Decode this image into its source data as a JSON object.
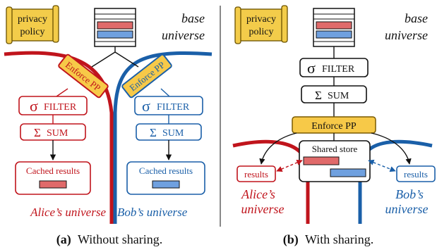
{
  "colors": {
    "red": "#c0141c",
    "blue": "#1a5fa8",
    "scroll_fill": "#f3cc4a",
    "scroll_stroke": "#6b5200",
    "enforce_fill": "#f7c948",
    "enforce_stroke": "#7a5a00",
    "red_bar": "#e06a6a",
    "blue_bar": "#6fa0df",
    "black": "#111111"
  },
  "left_panel": {
    "privacy_policy": [
      "privacy",
      "policy"
    ],
    "base_universe": [
      "base",
      "universe"
    ],
    "enforce_left": "Enforce PP",
    "enforce_right": "Enforce PP",
    "alice_filter_symbol": "σ",
    "alice_filter_label": "FILTER",
    "alice_sum_symbol": "Σ",
    "alice_sum_label": "SUM",
    "alice_cached": "Cached results",
    "bob_filter_symbol": "σ",
    "bob_filter_label": "FILTER",
    "bob_sum_symbol": "Σ",
    "bob_sum_label": "SUM",
    "bob_cached": "Cached results",
    "alice_universe": "Alice’s universe",
    "bob_universe": "Bob’s universe"
  },
  "right_panel": {
    "privacy_policy": [
      "privacy",
      "policy"
    ],
    "base_universe": [
      "base",
      "universe"
    ],
    "filter_symbol": "σ",
    "filter_label": "FILTER",
    "sum_symbol": "Σ",
    "sum_label": "SUM",
    "enforce": "Enforce PP",
    "shared_store": "Shared store",
    "alice_results": "results",
    "bob_results": "results",
    "alice_universe": [
      "Alice’s",
      "universe"
    ],
    "bob_universe": [
      "Bob’s",
      "universe"
    ]
  },
  "captions": {
    "a_tag": "(a)",
    "a_text": "Without sharing.",
    "b_tag": "(b)",
    "b_text": "With sharing."
  }
}
